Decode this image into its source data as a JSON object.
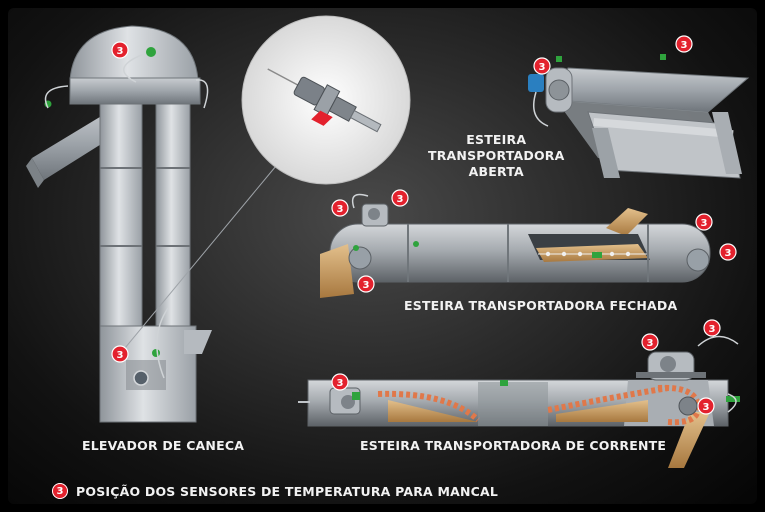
{
  "labels": {
    "open_conveyor": [
      "ESTEIRA",
      "TRANSPORTADORA",
      "ABERTA"
    ],
    "closed_conveyor": "ESTEIRA TRANSPORTADORA FECHADA",
    "bucket_elevator": "ELEVADOR DE CANECA",
    "chain_conveyor": "ESTEIRA TRANSPORTADORA DE CORRENTE"
  },
  "legend": {
    "badge": "3",
    "text": "POSIÇÃO DOS SENSORES DE TEMPERATURA PARA MANCAL"
  },
  "sensor_badge": "3",
  "colors": {
    "sensor_red": "#e3212d",
    "steel_light": "#d6d9dc",
    "steel_mid": "#a9aeb3",
    "steel_dark": "#6d7277",
    "grain": "#c9a26a",
    "chain": "#e0784a",
    "green_sensor": "#2fa33d",
    "blue_motor": "#2a7fc0"
  }
}
